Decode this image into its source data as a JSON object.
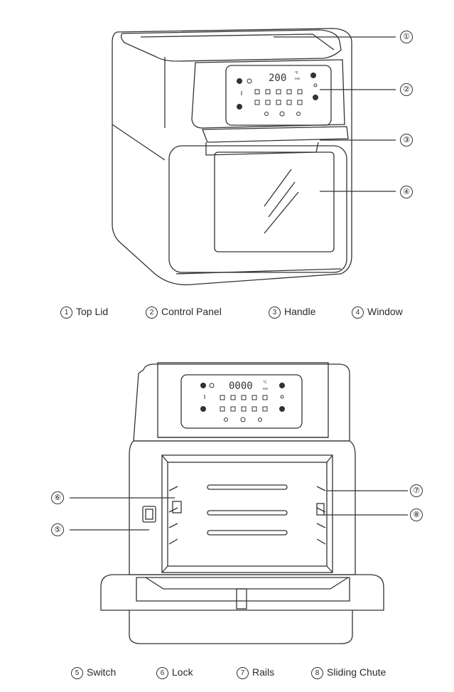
{
  "figure1": {
    "display_value": "200",
    "unit_top": "°F",
    "unit_bottom": "Min",
    "callouts": [
      "①",
      "②",
      "③",
      "④"
    ],
    "captions": [
      {
        "num": "1",
        "label": "Top Lid"
      },
      {
        "num": "2",
        "label": "Control Panel"
      },
      {
        "num": "3",
        "label": "Handle"
      },
      {
        "num": "4",
        "label": "Window"
      }
    ]
  },
  "figure2": {
    "display_value": "0000",
    "unit_top": "°C",
    "unit_bottom": "Min",
    "callouts": [
      "⑤",
      "⑥",
      "⑦",
      "⑧"
    ],
    "captions": [
      {
        "num": "5",
        "label": "Switch"
      },
      {
        "num": "6",
        "label": "Lock"
      },
      {
        "num": "7",
        "label": "Rails"
      },
      {
        "num": "8",
        "label": "Sliding Chute"
      }
    ]
  }
}
